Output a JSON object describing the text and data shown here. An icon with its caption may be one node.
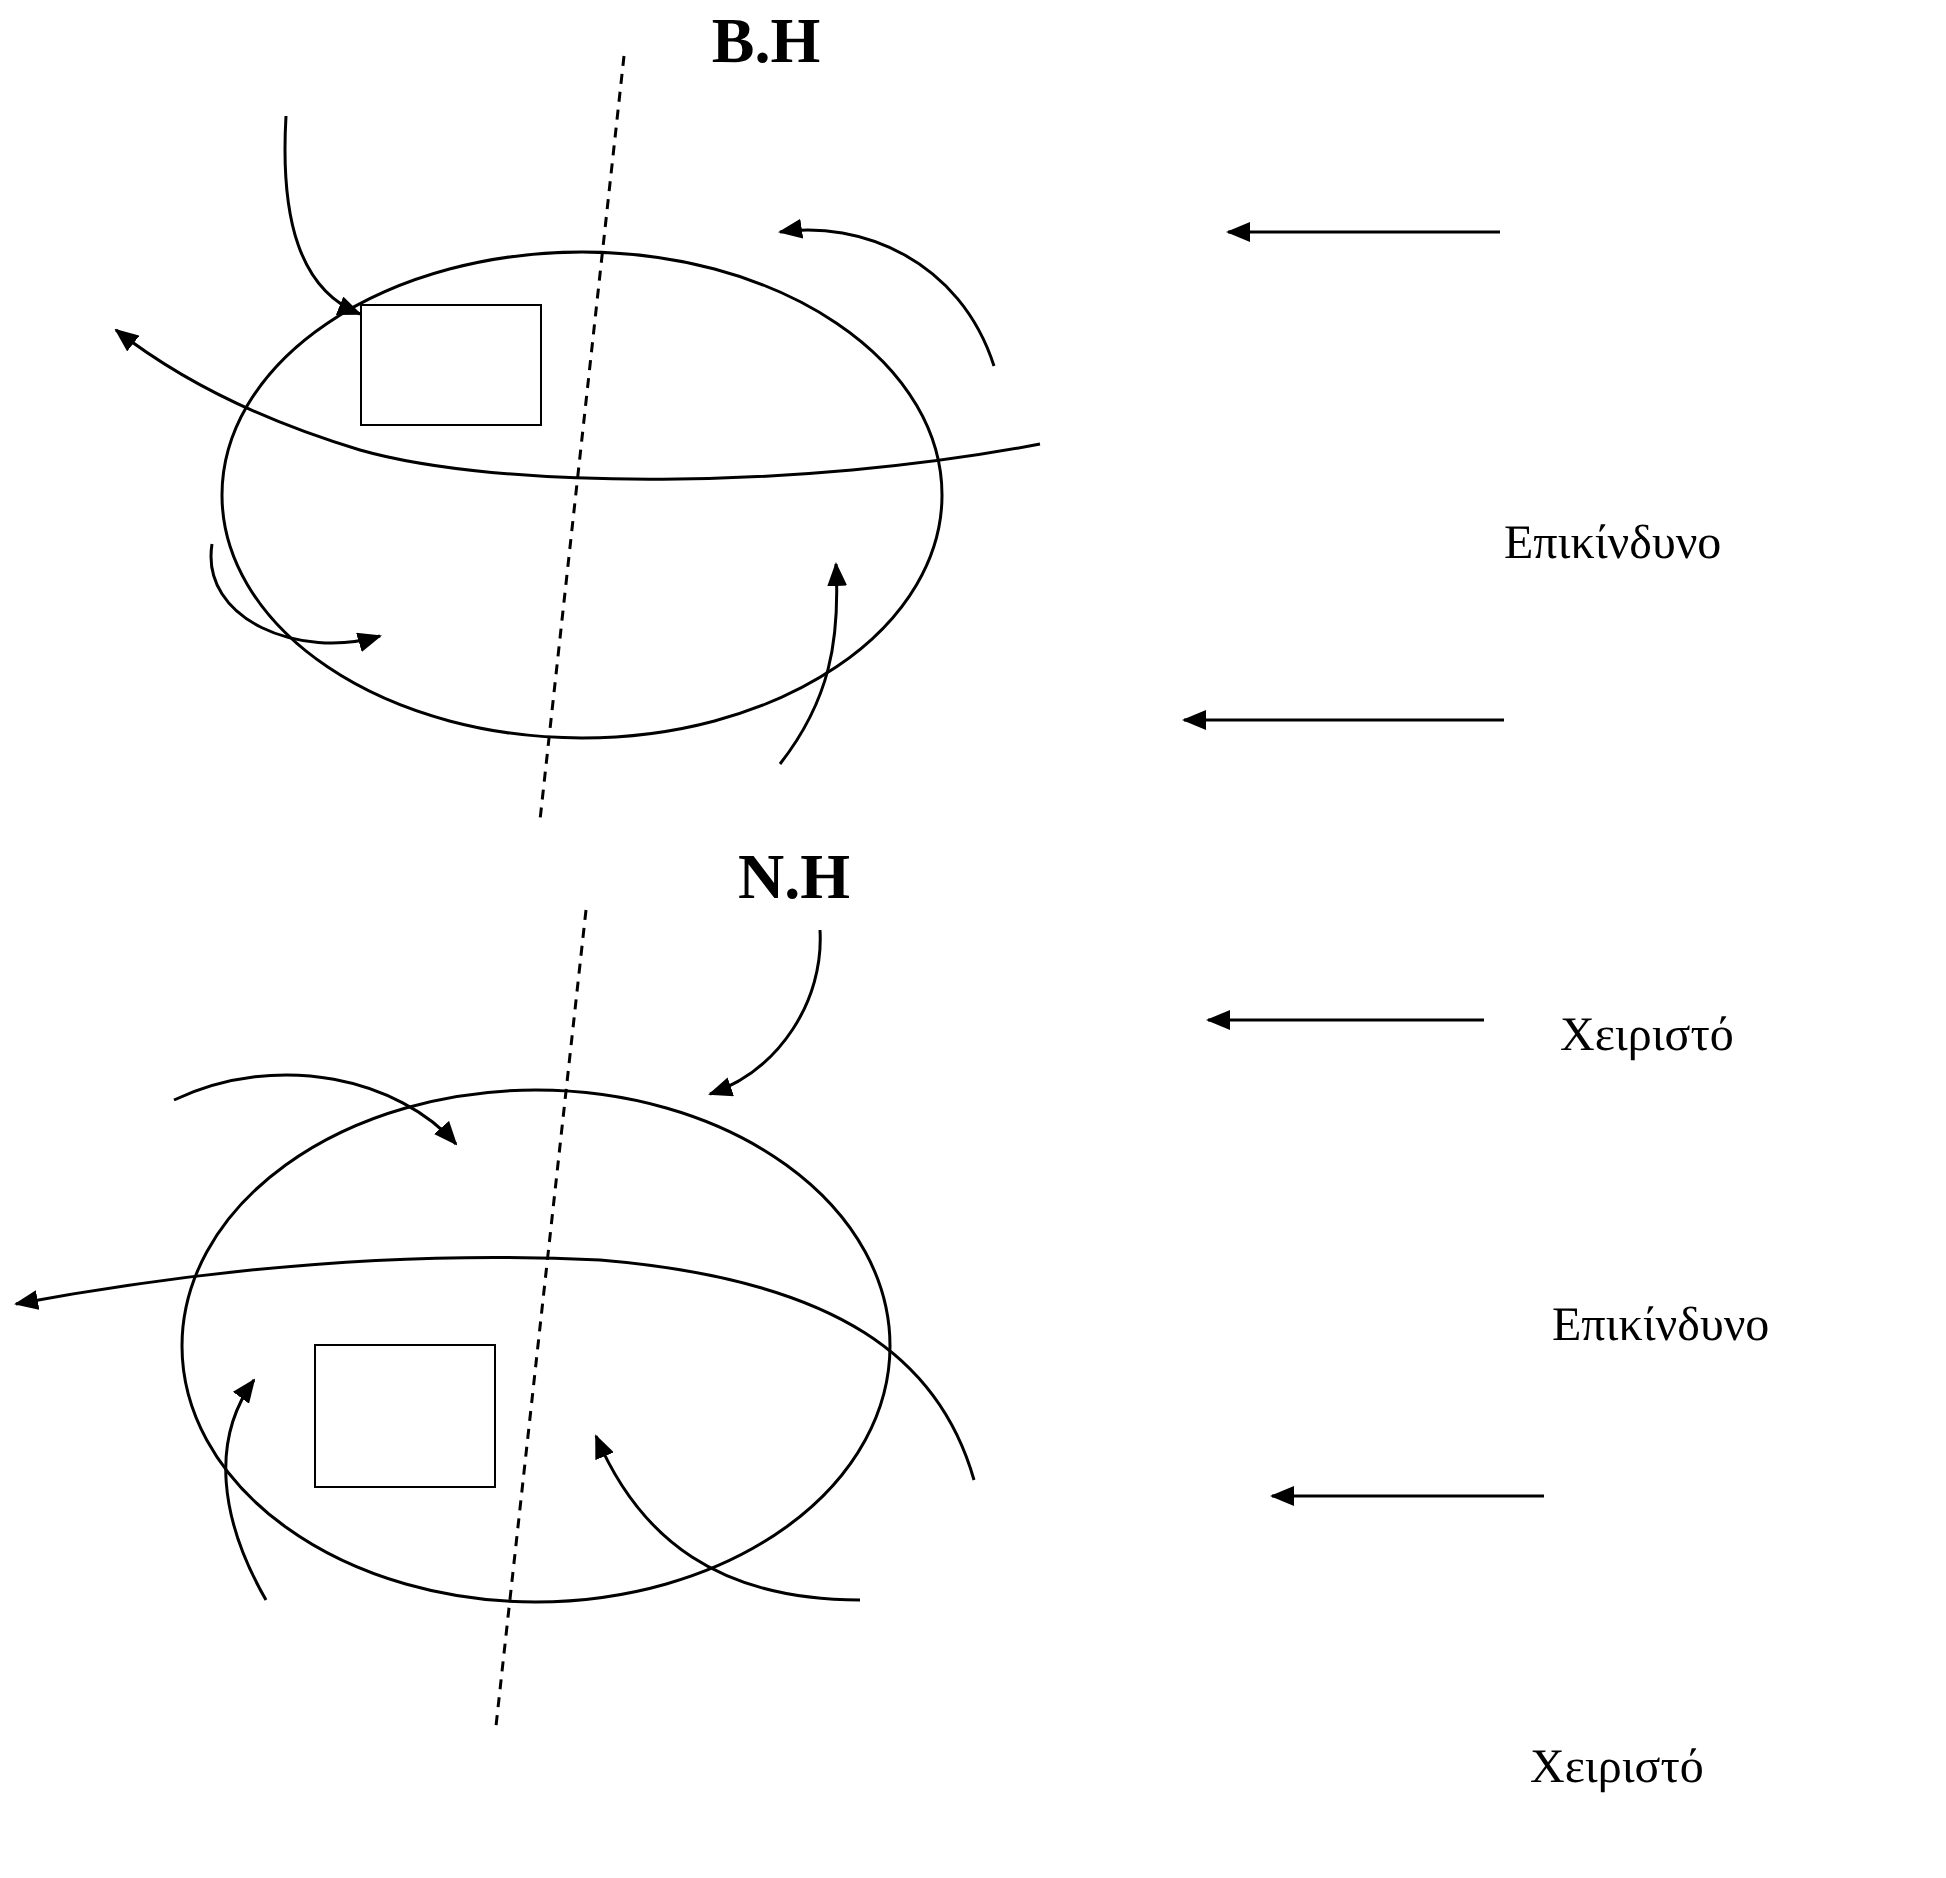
{
  "diagram": {
    "nodes": [
      {
        "text": [
          "Β.Η"
        ]
      },
      {
        "text": [],
        "shape": "box",
        "in": 0
      },
      {
        "text": [
          "Ν.Η"
        ]
      },
      {
        "text": [],
        "shape": "box",
        "in": 2
      }
    ],
    "labels": [
      "Επικίνδυνο",
      "Χειριστό",
      "Επικίνδυνο",
      "Χειριστό"
    ]
  }
}
